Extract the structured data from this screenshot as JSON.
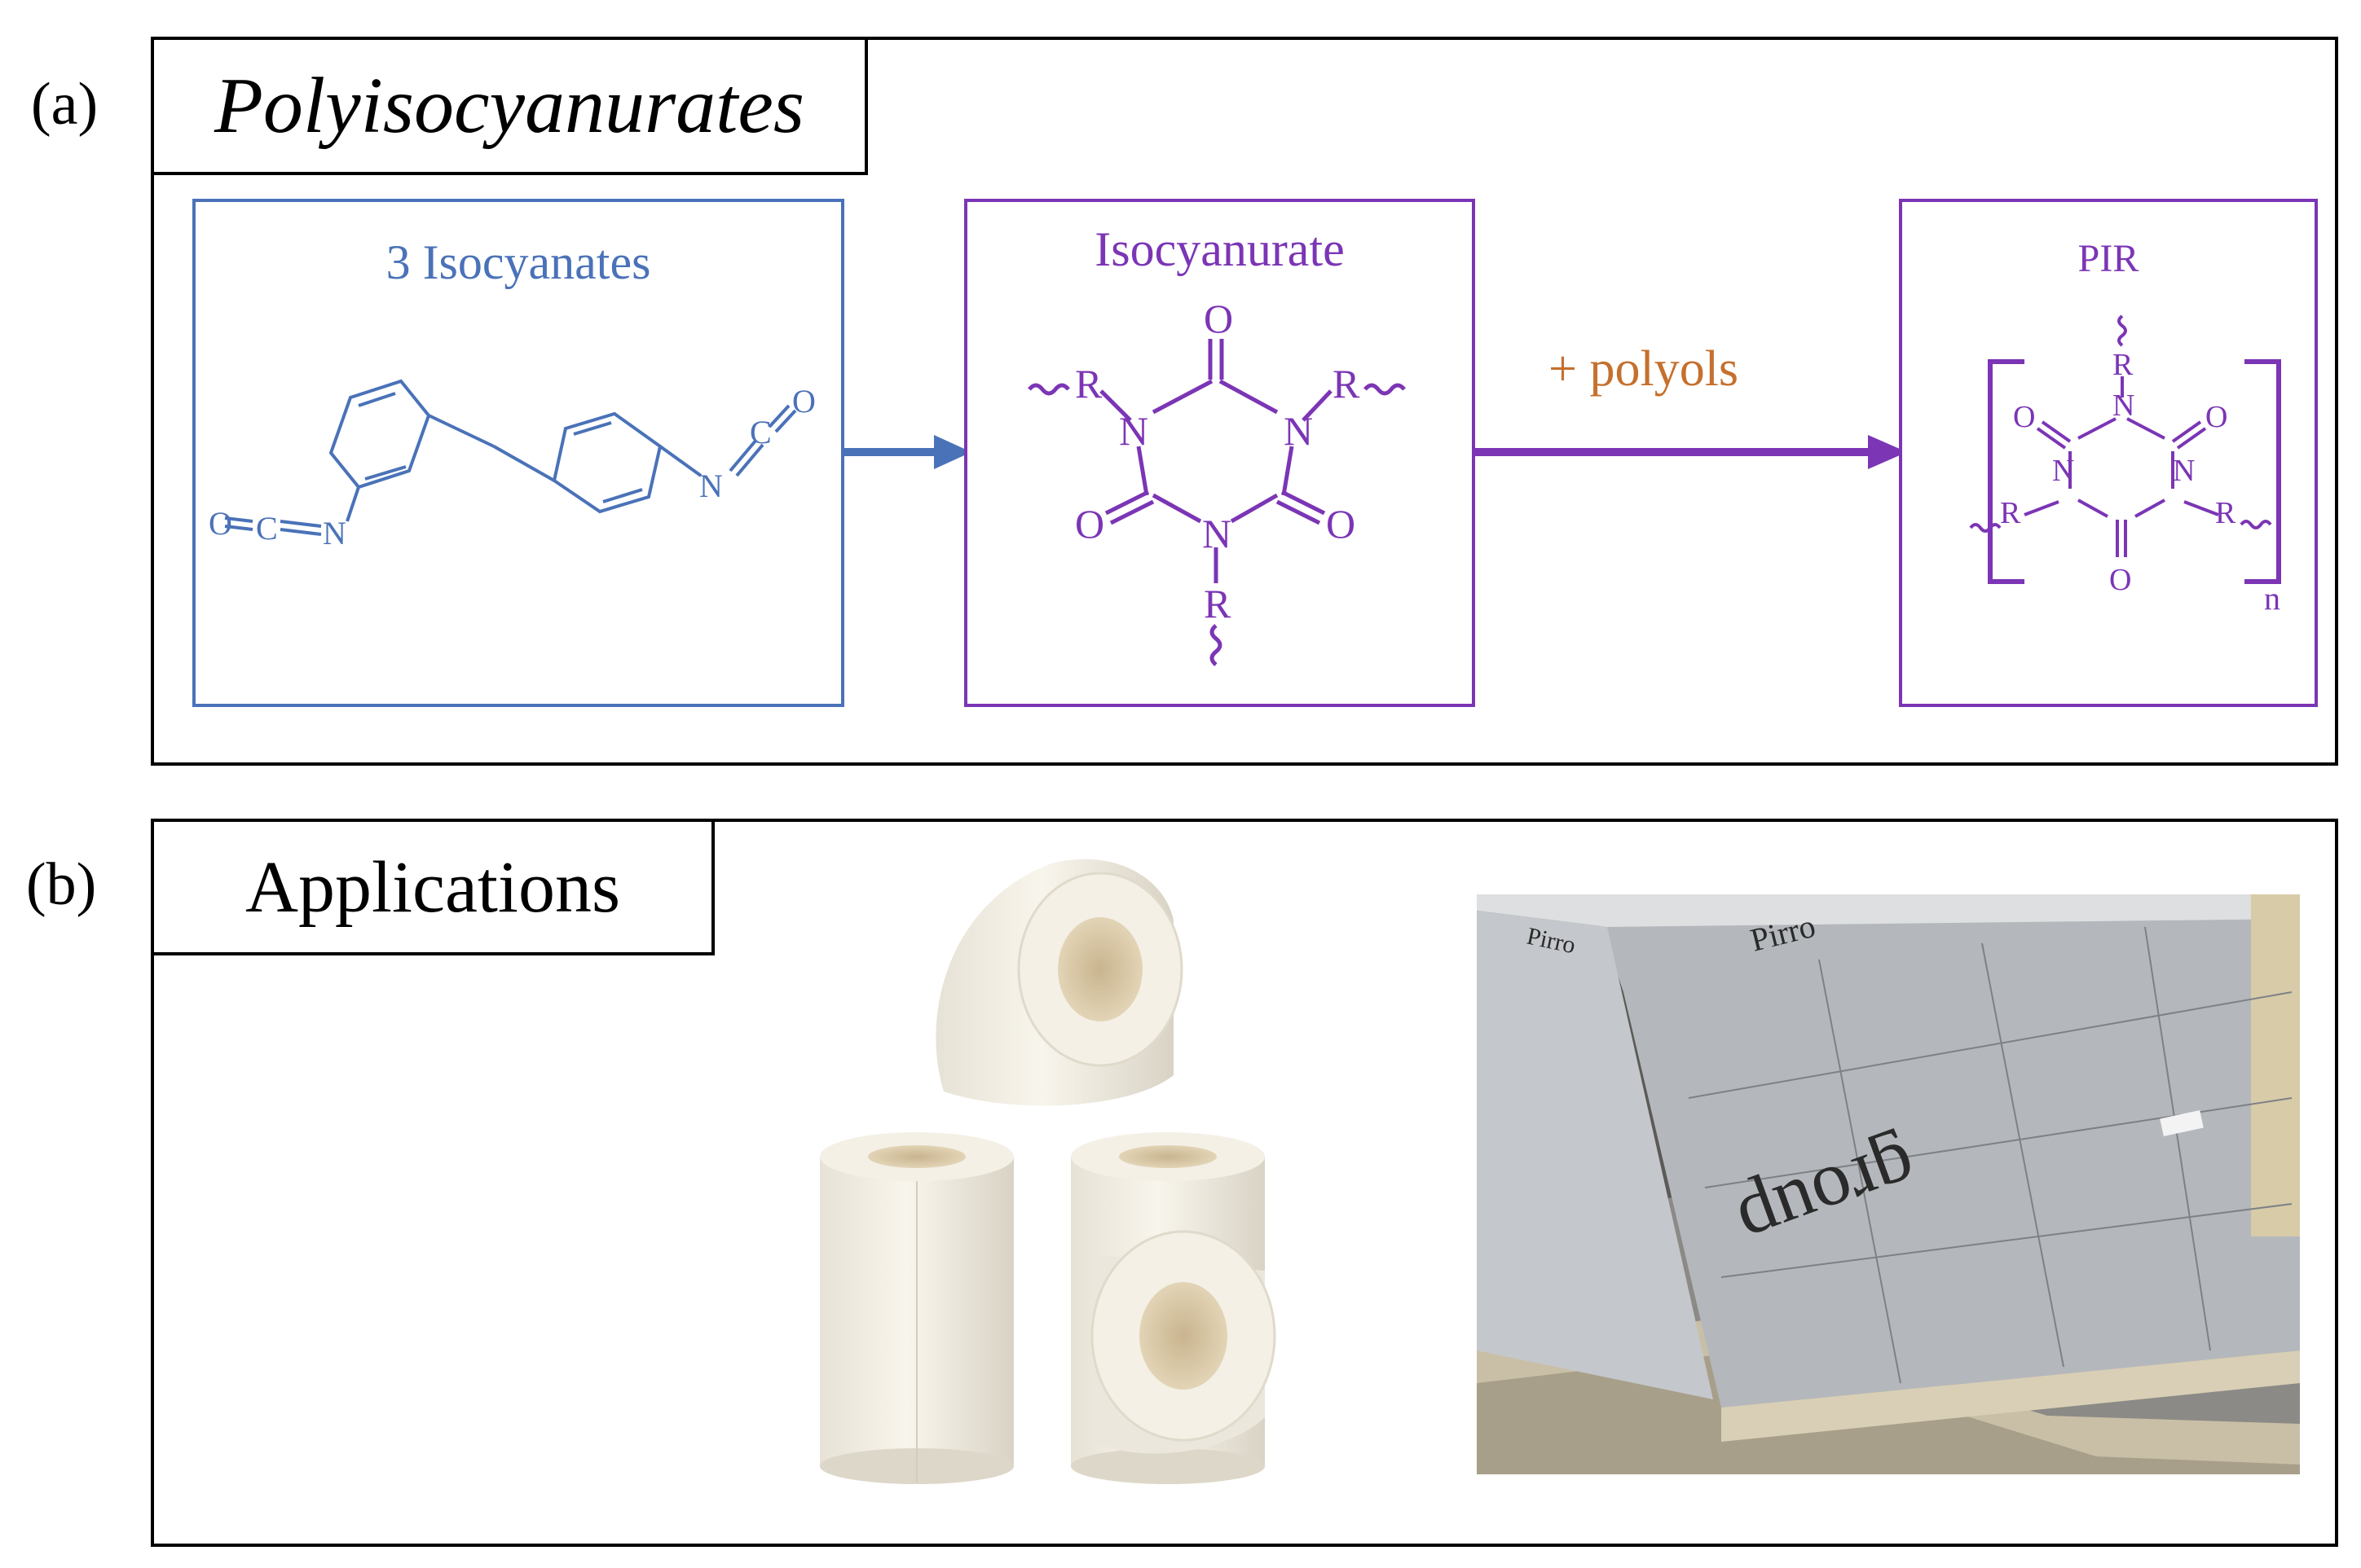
{
  "colors": {
    "blue": "#4a72b8",
    "purple": "#7b35b5",
    "orange": "#c5702e",
    "black": "#000000"
  },
  "panel_a": {
    "letter": "(a)",
    "title": "Polyisocyanurates",
    "isocyanates_box": {
      "label": "3 Isocyanates",
      "atoms": {
        "o_left": "O",
        "c_left": "C",
        "n_left": "N",
        "n_right": "N",
        "c_right": "C",
        "o_right": "O"
      }
    },
    "isocyanurate_box": {
      "label": "Isocyanurate",
      "atoms": {
        "o_top": "O",
        "o_left": "O",
        "o_right": "O",
        "n_left": "N",
        "n_right": "N",
        "n_bottom": "N",
        "r_left": "R",
        "r_right": "R",
        "r_bottom": "R"
      }
    },
    "reagent_label": "+ polyols",
    "pir_box": {
      "label": "PIR",
      "atoms": {
        "o_top_left": "O",
        "o_top_right": "O",
        "o_bottom": "O",
        "n_top": "N",
        "n_left": "N",
        "n_right": "N",
        "r_top": "R",
        "r_left": "R",
        "r_right": "R"
      },
      "subscript": "n"
    }
  },
  "panel_b": {
    "letter": "(b)",
    "title": "Applications",
    "board_print": {
      "brand_a": "Pirro",
      "brand_b": "Pirro",
      "brand_c": "dnoɹƃ"
    }
  }
}
